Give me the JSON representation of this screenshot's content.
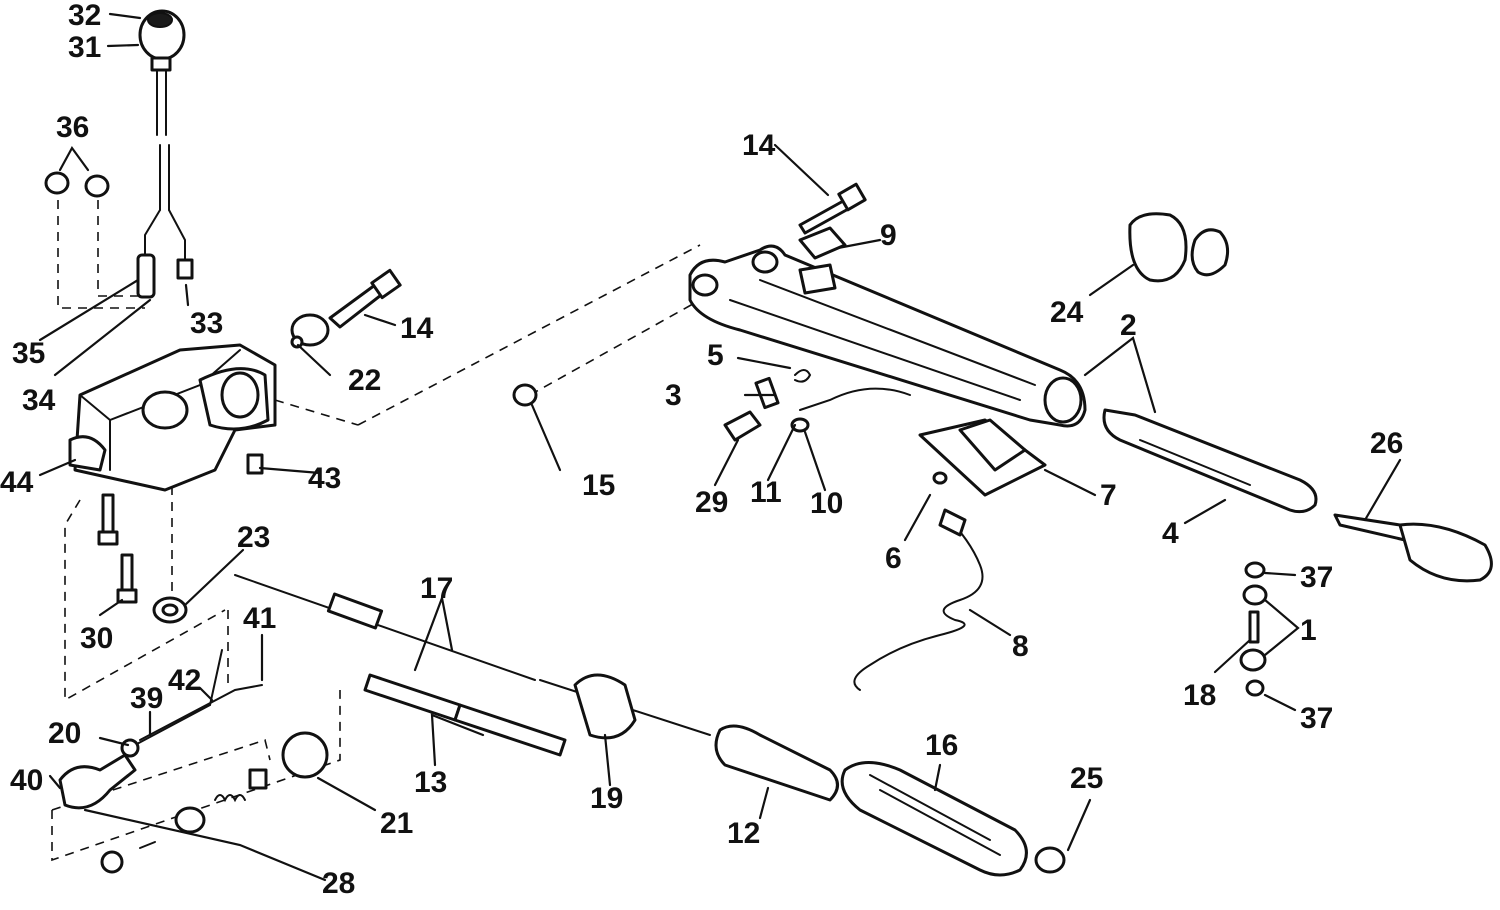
{
  "callouts": [
    "1",
    "2",
    "3",
    "4",
    "5",
    "6",
    "7",
    "8",
    "9",
    "10",
    "11",
    "12",
    "13",
    "14",
    "15",
    "16",
    "17",
    "18",
    "19",
    "20",
    "21",
    "22",
    "23",
    "24",
    "25",
    "26",
    "28",
    "29",
    "30",
    "31",
    "32",
    "33",
    "34",
    "35",
    "36",
    "37",
    "39",
    "40",
    "41",
    "42",
    "43",
    "44"
  ]
}
